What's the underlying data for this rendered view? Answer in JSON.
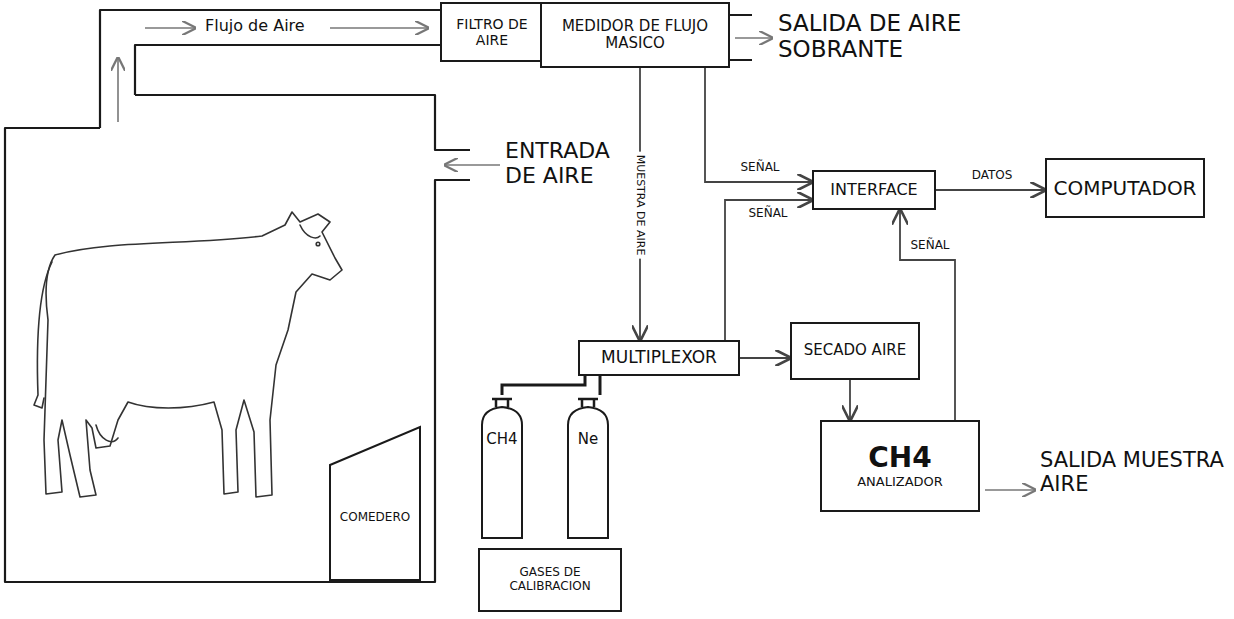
{
  "diagram": {
    "nodes": [
      {
        "text": [
          "FILTRO DE AIRE"
        ]
      },
      {
        "text": [
          "MEDIDOR DE FLUJO MASICO"
        ]
      },
      {
        "text": [
          "INTERFACE"
        ]
      },
      {
        "text": [
          "COMPUTADOR"
        ]
      },
      {
        "text": [
          "COMEDERO"
        ]
      },
      {
        "text": [
          "MULTIPLEXOR"
        ]
      },
      {
        "text": [
          "SECADO AIRE"
        ]
      },
      {
        "text": [
          "CH4"
        ]
      },
      {
        "text": [
          "Ne"
        ]
      },
      {
        "text": [
          "CH4",
          "ANALIZADOR"
        ]
      },
      {
        "text": [
          "GASES DE CALIBRACION"
        ]
      }
    ],
    "edges": [
      {
        "from": 0,
        "to": 1,
        "arrow": "to"
      },
      {
        "from": 1,
        "to": 5,
        "label": "MUESTRA DE AIRE",
        "arrow": "to"
      },
      {
        "from": 1,
        "to": 2,
        "label": "SEÑAL",
        "arrow": "to"
      },
      {
        "from": 5,
        "to": 2,
        "label": "SEÑAL",
        "arrow": "to"
      },
      {
        "from": 5,
        "to": 6,
        "arrow": "to"
      },
      {
        "from": 6,
        "to": 9,
        "arrow": "to"
      },
      {
        "from": 9,
        "to": 2,
        "label": "SEÑAL",
        "arrow": "to"
      },
      {
        "from": 2,
        "to": 3,
        "label": "DATOS",
        "arrow": "to"
      },
      {
        "from": 7,
        "to": 5,
        "arrow": "none"
      },
      {
        "from": 8,
        "to": 5,
        "arrow": "none"
      }
    ],
    "labels": [
      "Flujo de Aire",
      "SALIDA DE AIRE SOBRANTE",
      "ENTRADA DE AIRE",
      "SALIDA MUESTRA AIRE"
    ]
  }
}
